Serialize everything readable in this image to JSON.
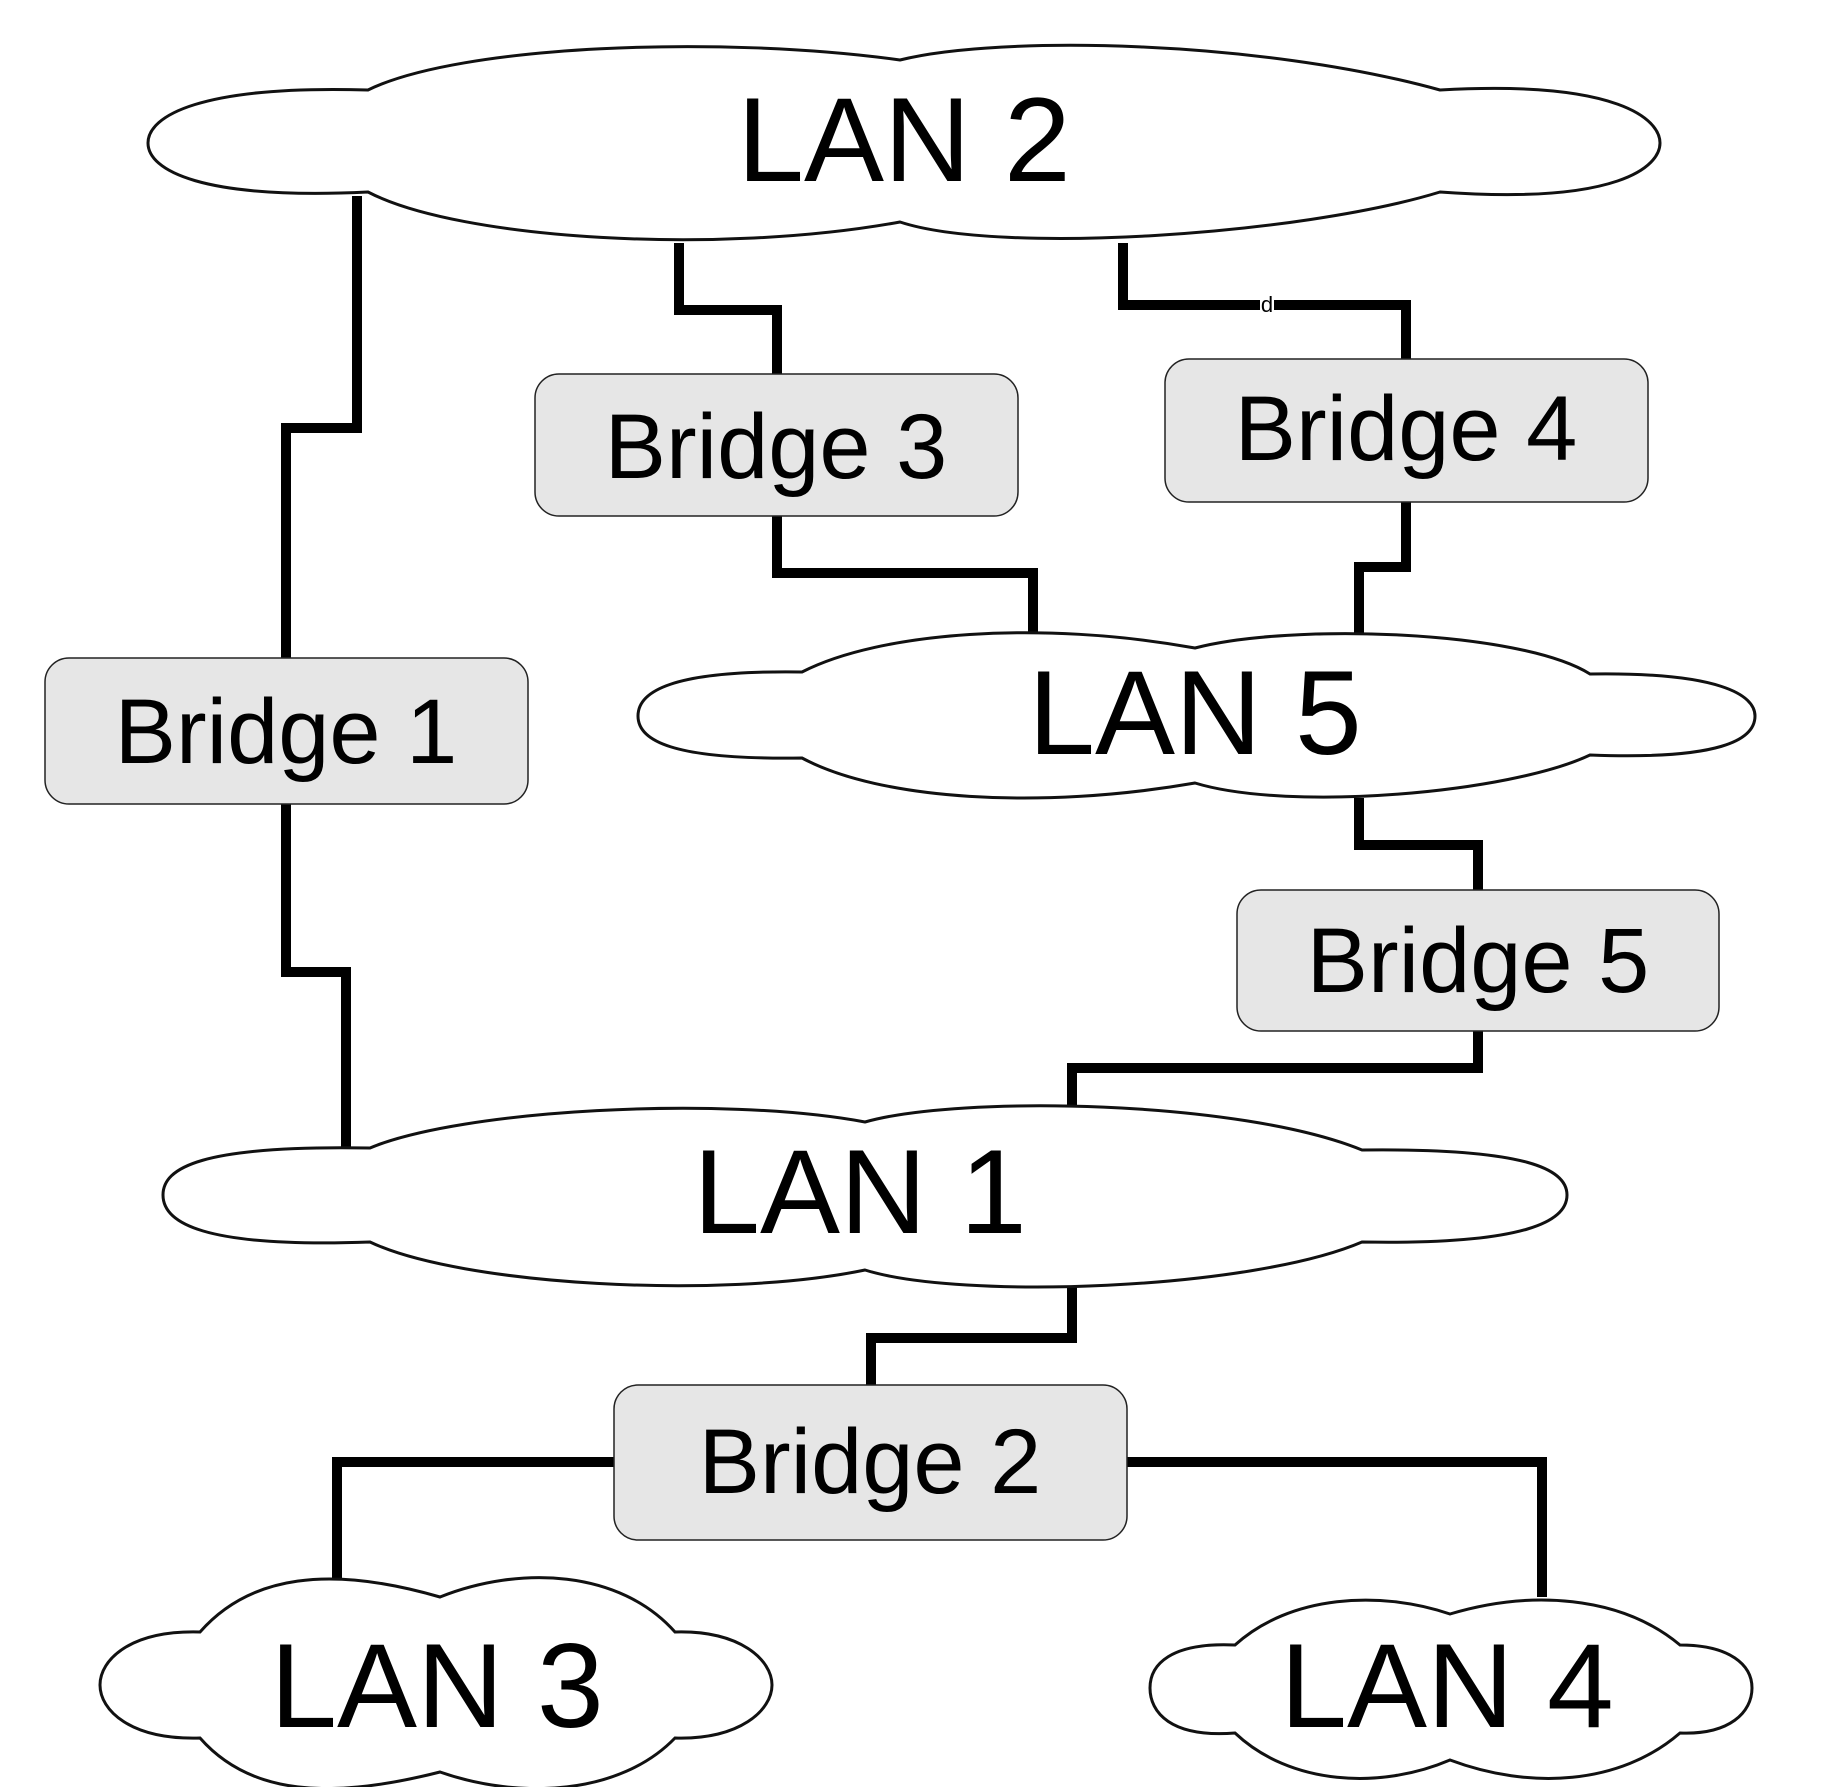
{
  "lans": {
    "lan2": "LAN 2",
    "lan5": "LAN 5",
    "lan1": "LAN 1",
    "lan3": "LAN 3",
    "lan4": "LAN 4"
  },
  "bridges": {
    "bridge1": "Bridge 1",
    "bridge2": "Bridge 2",
    "bridge3": "Bridge 3",
    "bridge4": "Bridge 4",
    "bridge5": "Bridge 5"
  },
  "stray_mark": "d",
  "colors": {
    "bridge_fill": "#e6e6e6",
    "cloud_fill": "#ffffff",
    "line": "#000000"
  }
}
